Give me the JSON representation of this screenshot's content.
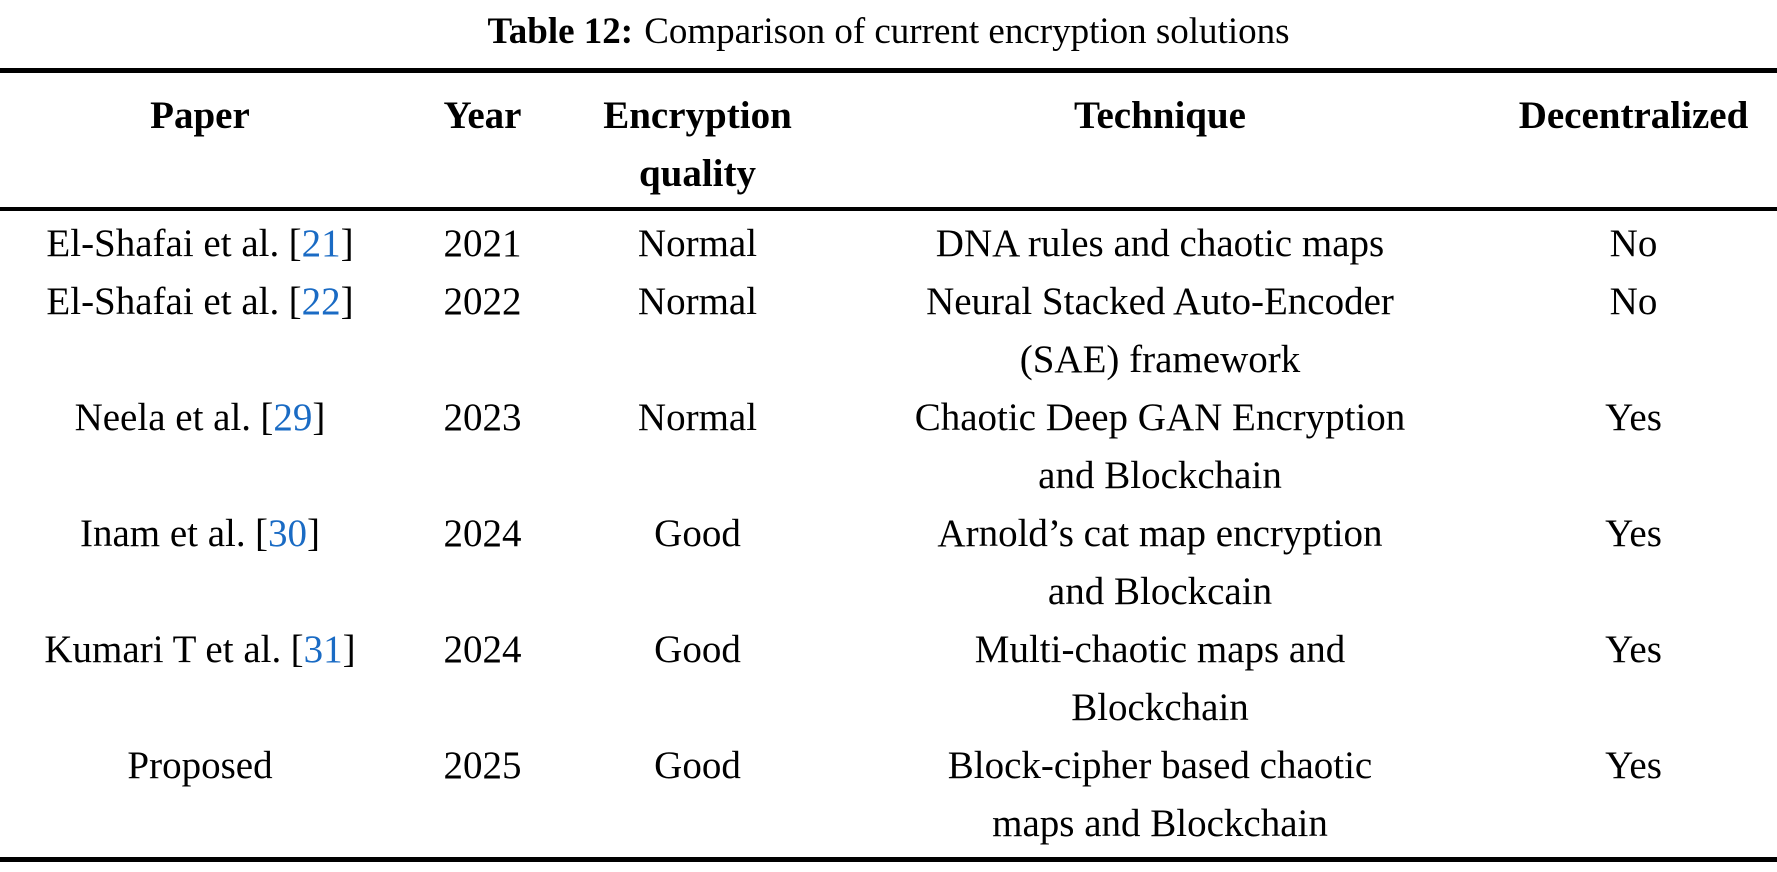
{
  "caption": {
    "label": "Table 12:",
    "text": "Comparison of current encryption solutions"
  },
  "symbols": {
    "bracket_open": "[",
    "bracket_close": "]"
  },
  "colors": {
    "citation_blue": "#1a6bc4",
    "text": "#000000",
    "rule": "#000000"
  },
  "table": {
    "headers": [
      "Paper",
      "Year",
      "Encryption\nquality",
      "Technique",
      "Decentralized"
    ],
    "rows": [
      {
        "paper": "El-Shafai et al.",
        "ref": "21",
        "year": "2021",
        "quality": "Normal",
        "technique": "DNA rules and chaotic maps",
        "decentralized": "No"
      },
      {
        "paper": "El-Shafai et al.",
        "ref": "22",
        "year": "2022",
        "quality": "Normal",
        "technique": "Neural Stacked Auto-Encoder\n(SAE) framework",
        "decentralized": "No"
      },
      {
        "paper": "Neela et al.",
        "ref": "29",
        "year": "2023",
        "quality": "Normal",
        "technique": "Chaotic Deep GAN Encryption\nand Blockchain",
        "decentralized": "Yes"
      },
      {
        "paper": "Inam et al.",
        "ref": "30",
        "year": "2024",
        "quality": "Good",
        "technique": "Arnold’s cat map encryption\nand Blockcain",
        "decentralized": "Yes"
      },
      {
        "paper": "Kumari T et al.",
        "ref": "31",
        "year": "2024",
        "quality": "Good",
        "technique": "Multi-chaotic maps and\nBlockchain",
        "decentralized": "Yes"
      },
      {
        "paper": "Proposed",
        "ref": null,
        "year": "2025",
        "quality": "Good",
        "technique": "Block-cipher based chaotic\nmaps and Blockchain",
        "decentralized": "Yes"
      }
    ]
  }
}
